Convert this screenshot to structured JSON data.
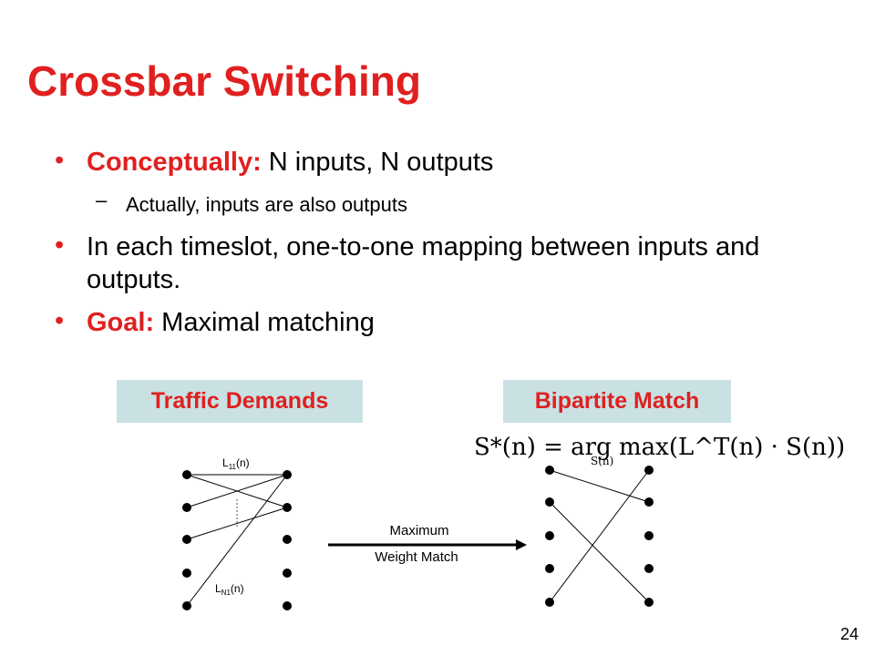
{
  "slide": {
    "title": "Crossbar Switching",
    "page_number": "24",
    "bullets": {
      "b1_bold": "Conceptually:",
      "b1_rest": " N inputs, N outputs",
      "b2": "Actually, inputs are also outputs",
      "b3": "In each timeslot, one-to-one mapping between inputs and outputs.",
      "b4_bold": "Goal:",
      "b4_rest": " Maximal matching"
    }
  },
  "diagram": {
    "left_label": "Traffic Demands",
    "right_label": "Bipartite Match",
    "edge_top_label": "L11(n)",
    "edge_bottom_label": "LN1(n)",
    "arrow_label_line1": "Maximum",
    "arrow_label_line2": "Weight Match",
    "formula": "S*(n) = arg max(L^T(n) · S(n))",
    "formula_sub": "S(n)"
  }
}
